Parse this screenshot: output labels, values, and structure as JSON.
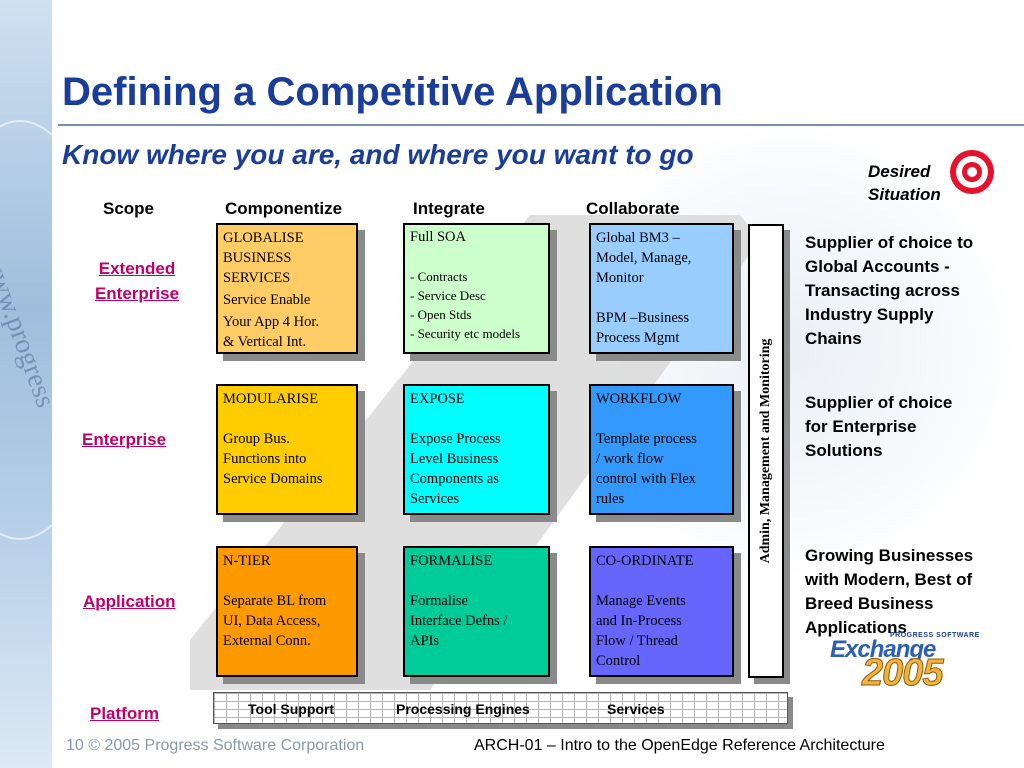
{
  "title": "Defining a Competitive Application",
  "subtitle": "Know where you are, and where you want to go",
  "desired_situation": {
    "line1": "Desired",
    "line2": "Situation"
  },
  "columns": {
    "scope": "Scope",
    "componentize": "Componentize",
    "integrate": "Integrate",
    "collaborate": "Collaborate"
  },
  "rows": {
    "extended_1": "Extended",
    "extended_2": "Enterprise",
    "enterprise": "Enterprise",
    "application": "Application",
    "platform": "Platform"
  },
  "boxes": {
    "globalise": [
      "GLOBALISE",
      "BUSINESS",
      "SERVICES",
      "Service Enable",
      "Your App 4 Hor.",
      "& Vertical Int."
    ],
    "full_soa": {
      "head": "Full SOA",
      "items": [
        "- Contracts",
        "- Service Desc",
        "- Open Stds",
        "- Security etc models"
      ]
    },
    "global_bm3": {
      "lines1": [
        "Global BM3 –",
        "Model, Manage,",
        "Monitor"
      ],
      "lines2": [
        "BPM –Business",
        "Process Mgmt"
      ]
    },
    "modularise": {
      "head": "MODULARISE",
      "lines": [
        "Group Bus.",
        "Functions into",
        "Service Domains"
      ]
    },
    "expose": {
      "head": "EXPOSE",
      "lines": [
        "Expose Process",
        "Level Business",
        "Components as",
        "Services"
      ]
    },
    "workflow": {
      "head": "WORKFLOW",
      "lines": [
        "Template process",
        "/ work flow",
        "control with Flex",
        "rules"
      ]
    },
    "ntier": {
      "head": "N-TIER",
      "lines": [
        "Separate BL from",
        "UI, Data Access,",
        "External Conn."
      ]
    },
    "formalise": {
      "head": "FORMALISE",
      "lines": [
        "Formalise",
        "Interface Defns /",
        "APIs"
      ]
    },
    "coordinate": {
      "head": "CO-ORDINATE",
      "lines": [
        "Manage Events",
        "and In-Process",
        "Flow / Thread",
        "Control"
      ]
    }
  },
  "admin_bar": "Admin, Management and Monitoring",
  "right_notes": {
    "n1": [
      "Supplier of choice to",
      "Global Accounts -",
      "Transacting across",
      "Industry Supply",
      "Chains"
    ],
    "n2": [
      "Supplier of choice",
      "for Enterprise",
      "Solutions"
    ],
    "n3": [
      "Growing Businesses",
      "with Modern, Best of",
      "Breed  Business",
      "Applications"
    ]
  },
  "platform_bar": {
    "tool_support": "Tool Support",
    "processing_engines": "Processing Engines",
    "services": "Services"
  },
  "logo": {
    "top": "PROGRESS SOFTWARE",
    "name": "Exchange",
    "year": "2005"
  },
  "footer": {
    "left": "10  © 2005 Progress Software Corporation",
    "right": "ARCH-01 – Intro to the OpenEdge Reference Architecture"
  },
  "colors": {
    "title": "#1a3d99",
    "row_labels": "#c0006a",
    "globalise": "#ffcc66",
    "full_soa": "#ccffcc",
    "global_bm3": "#99ccff",
    "modularise": "#ffcc00",
    "expose": "#00ffff",
    "workflow": "#3399ff",
    "ntier": "#ff9900",
    "formalise": "#00cc99",
    "coordinate": "#6666ff",
    "target": "#e8112d"
  },
  "icons": {
    "target": "target-icon"
  }
}
